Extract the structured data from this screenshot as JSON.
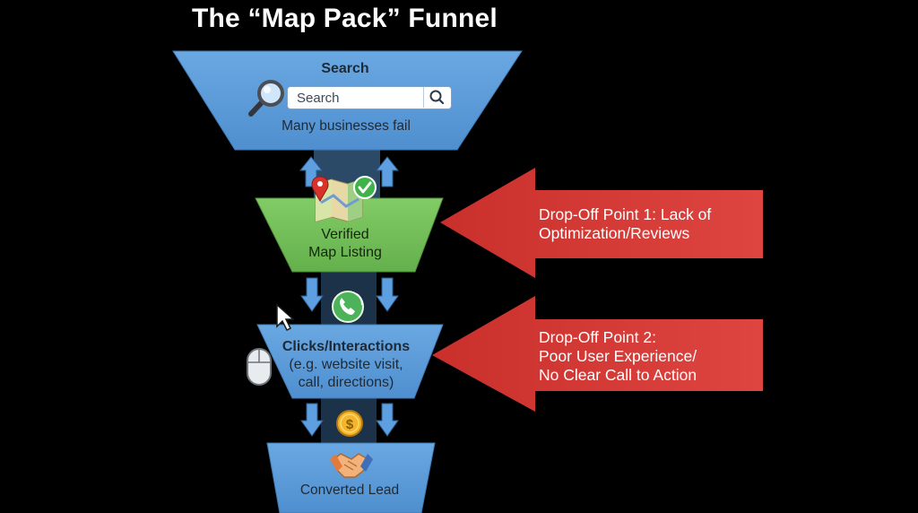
{
  "title": "The “Map Pack” Funnel",
  "stages": [
    {
      "label": "Search",
      "search_placeholder": "Search",
      "note": "Many businesses fail",
      "color": "#5b9ad8"
    },
    {
      "label_lines": [
        "Verified",
        "Map Listing"
      ],
      "color": "#74c05a"
    },
    {
      "label_lines": [
        "Clicks/Interactions",
        "(e.g. website visit,",
        "call, directions)"
      ],
      "color": "#5b9ad8"
    },
    {
      "label": "Converted Lead",
      "color": "#5b9ad8"
    }
  ],
  "drop_offs": [
    {
      "lines": [
        "Drop-Off Point 1: Lack of",
        "Optimization/Reviews"
      ],
      "color": "#d83a35"
    },
    {
      "lines": [
        "Drop-Off Point 2:",
        "Poor User Experience/",
        "No Clear Call to Action"
      ],
      "color": "#d83a35"
    }
  ],
  "icons": [
    "magnifier-icon",
    "search-icon",
    "map-pin-icon",
    "map-icon",
    "checkmark-icon",
    "phone-icon",
    "cursor-icon",
    "mouse-icon",
    "coin-icon",
    "handshake-icon",
    "up-arrow-icon",
    "down-arrow-icon"
  ]
}
